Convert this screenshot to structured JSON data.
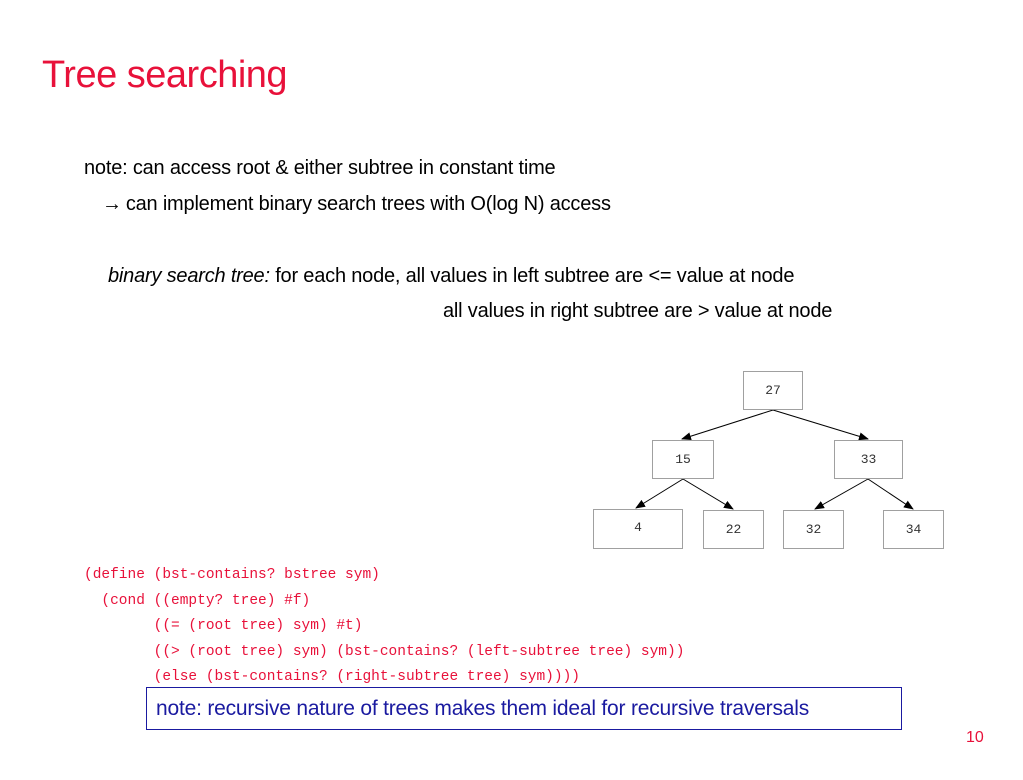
{
  "slide": {
    "title": "Tree searching",
    "note_line1": "note: can access root & either subtree in constant time",
    "arrow_glyph": "→",
    "note_line2": "can implement binary search trees with O(log N) access",
    "bst_term": "binary search tree:",
    "bst_def1": " for each node, all values in left subtree are <= value at node",
    "bst_def2": "all values in right subtree are > value at node",
    "code_lines": [
      "(define (bst-contains? bstree sym)",
      "  (cond ((empty? tree) #f)",
      "        ((= (root tree) sym) #t)",
      "        ((> (root tree) sym) (bst-contains? (left-subtree tree) sym))",
      "        (else (bst-contains? (right-subtree tree) sym))))"
    ],
    "tree_nodes": {
      "root": "27",
      "left": "15",
      "right": "33",
      "left_left": "4",
      "left_right": "22",
      "right_left": "32",
      "right_right": "34"
    },
    "box_note": "note: recursive nature of trees makes them ideal for recursive traversals",
    "page_number": "10",
    "colors": {
      "accent": "#e8113a",
      "box_blue": "#1a1aa0"
    }
  }
}
